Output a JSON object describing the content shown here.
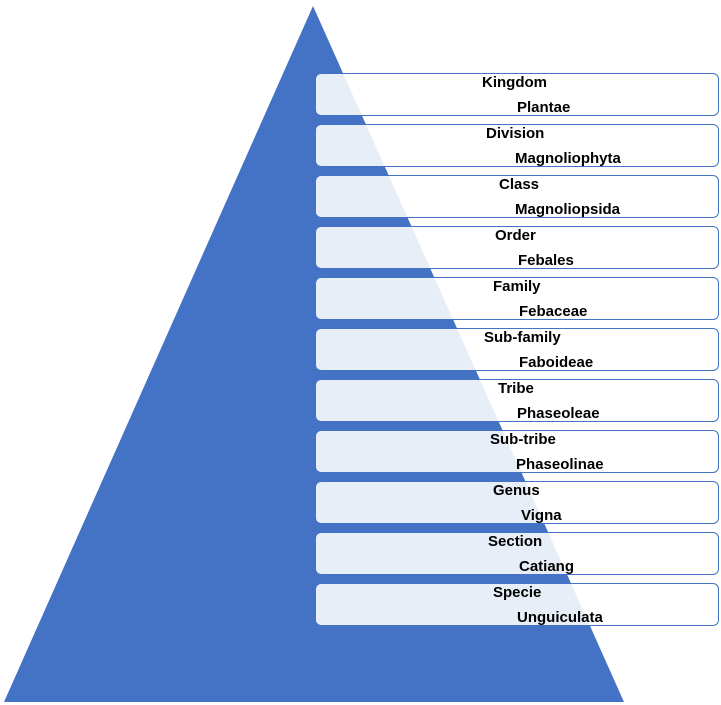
{
  "colors": {
    "pyramid": "#4472c4",
    "box_border": "#4472c4"
  },
  "levels": [
    {
      "rank": "Kingdom",
      "taxon": "Plantae"
    },
    {
      "rank": "Division",
      "taxon": "Magnoliophyta"
    },
    {
      "rank": "Class",
      "taxon": "Magnoliopsida"
    },
    {
      "rank": "Order",
      "taxon": "Febales"
    },
    {
      "rank": "Family",
      "taxon": "Febaceae"
    },
    {
      "rank": "Sub-family",
      "taxon": "Faboideae"
    },
    {
      "rank": "Tribe",
      "taxon": "Phaseoleae"
    },
    {
      "rank": "Sub-tribe",
      "taxon": "Phaseolinae"
    },
    {
      "rank": "Genus",
      "taxon": "Vigna"
    },
    {
      "rank": "Section",
      "taxon": "Catiang"
    },
    {
      "rank": "Specie",
      "taxon": "Unguiculata"
    }
  ]
}
